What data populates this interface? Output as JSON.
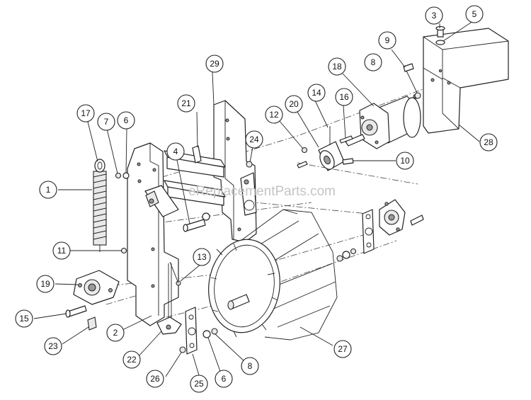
{
  "watermark": "eReplacementParts.com",
  "callouts": [
    "1",
    "2",
    "3",
    "4",
    "5",
    "6",
    "6",
    "7",
    "8",
    "8",
    "9",
    "10",
    "11",
    "12",
    "13",
    "14",
    "15",
    "16",
    "17",
    "18",
    "19",
    "20",
    "21",
    "22",
    "23",
    "24",
    "25",
    "26",
    "27",
    "28",
    "29"
  ]
}
